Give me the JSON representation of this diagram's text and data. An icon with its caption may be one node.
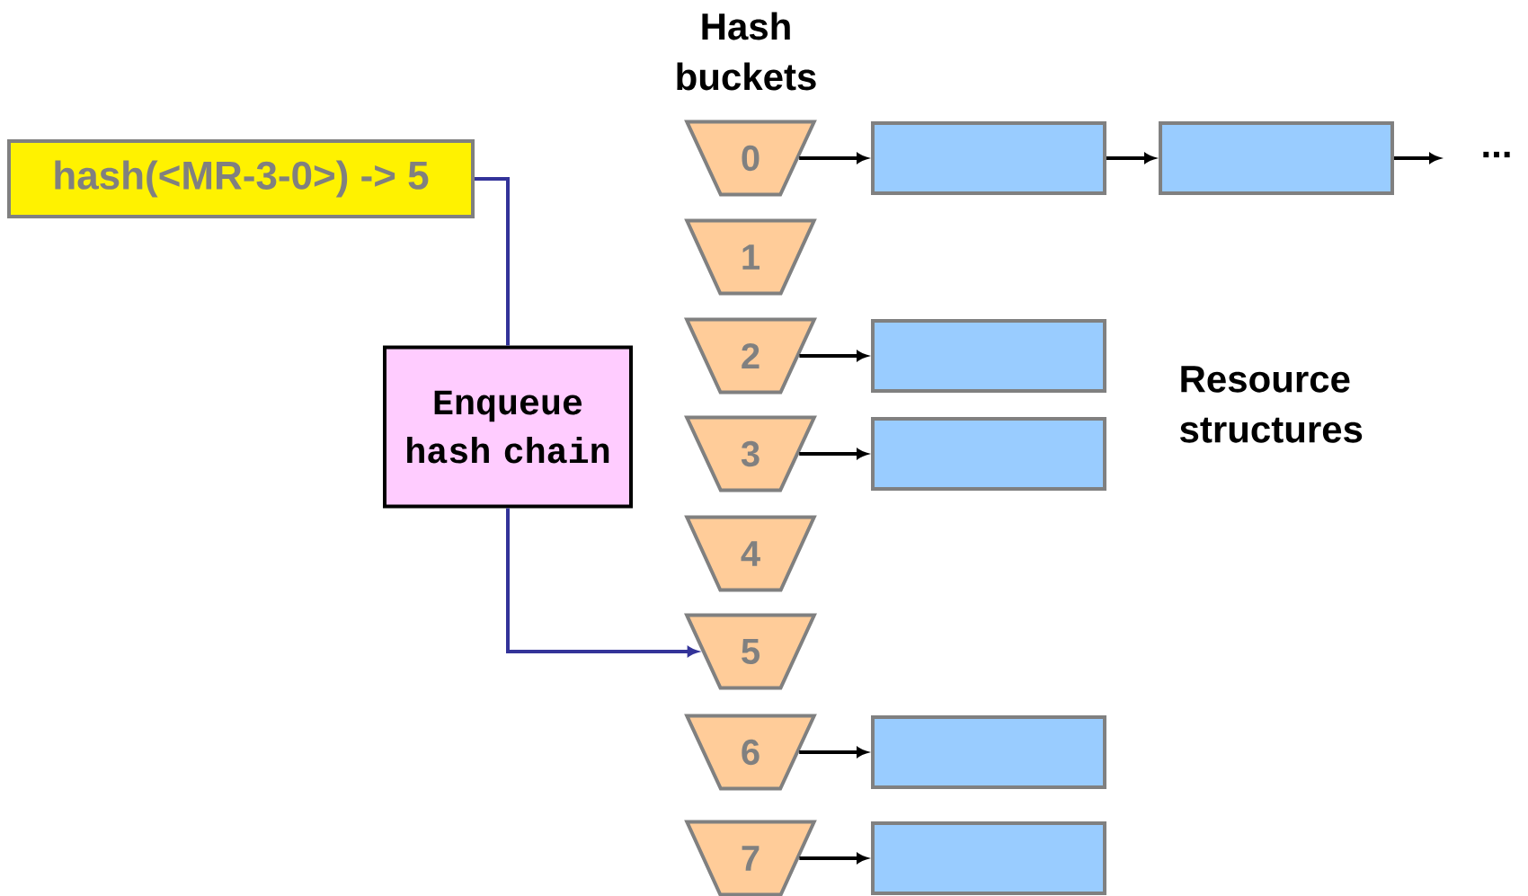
{
  "diagram": {
    "nodes": [
      {
        "text": [
          "hash(<MR-3-0>) -> 5"
        ]
      },
      {
        "text": [
          "Enqueue hash chain"
        ]
      },
      {
        "text": [
          "0"
        ]
      },
      {
        "text": [
          "1"
        ]
      },
      {
        "text": [
          "2"
        ]
      },
      {
        "text": [
          "3"
        ]
      },
      {
        "text": [
          "4"
        ]
      },
      {
        "text": [
          "5"
        ]
      },
      {
        "text": [
          "6"
        ]
      },
      {
        "text": [
          "7"
        ]
      },
      {
        "text": [],
        "shape": "box"
      },
      {
        "text": [],
        "shape": "box"
      },
      {
        "text": [],
        "shape": "box"
      },
      {
        "text": [],
        "shape": "box"
      },
      {
        "text": [],
        "shape": "box"
      },
      {
        "text": [],
        "shape": "box"
      }
    ],
    "edges": [
      {
        "from": 0,
        "to": 1,
        "arrow": "none",
        "color": "#333399"
      },
      {
        "from": 1,
        "to": 7,
        "arrow": "to",
        "color": "#333399"
      },
      {
        "from": 2,
        "to": 10,
        "arrow": "to"
      },
      {
        "from": 10,
        "to": 11,
        "arrow": "to"
      },
      {
        "from": 11,
        "to": null,
        "arrow": "to"
      },
      {
        "from": 4,
        "to": 12,
        "arrow": "to"
      },
      {
        "from": 5,
        "to": 13,
        "arrow": "to"
      },
      {
        "from": 8,
        "to": 14,
        "arrow": "to"
      },
      {
        "from": 9,
        "to": 15,
        "arrow": "to"
      }
    ],
    "labels": [
      "Hash buckets",
      "...",
      "Resource structures"
    ]
  }
}
